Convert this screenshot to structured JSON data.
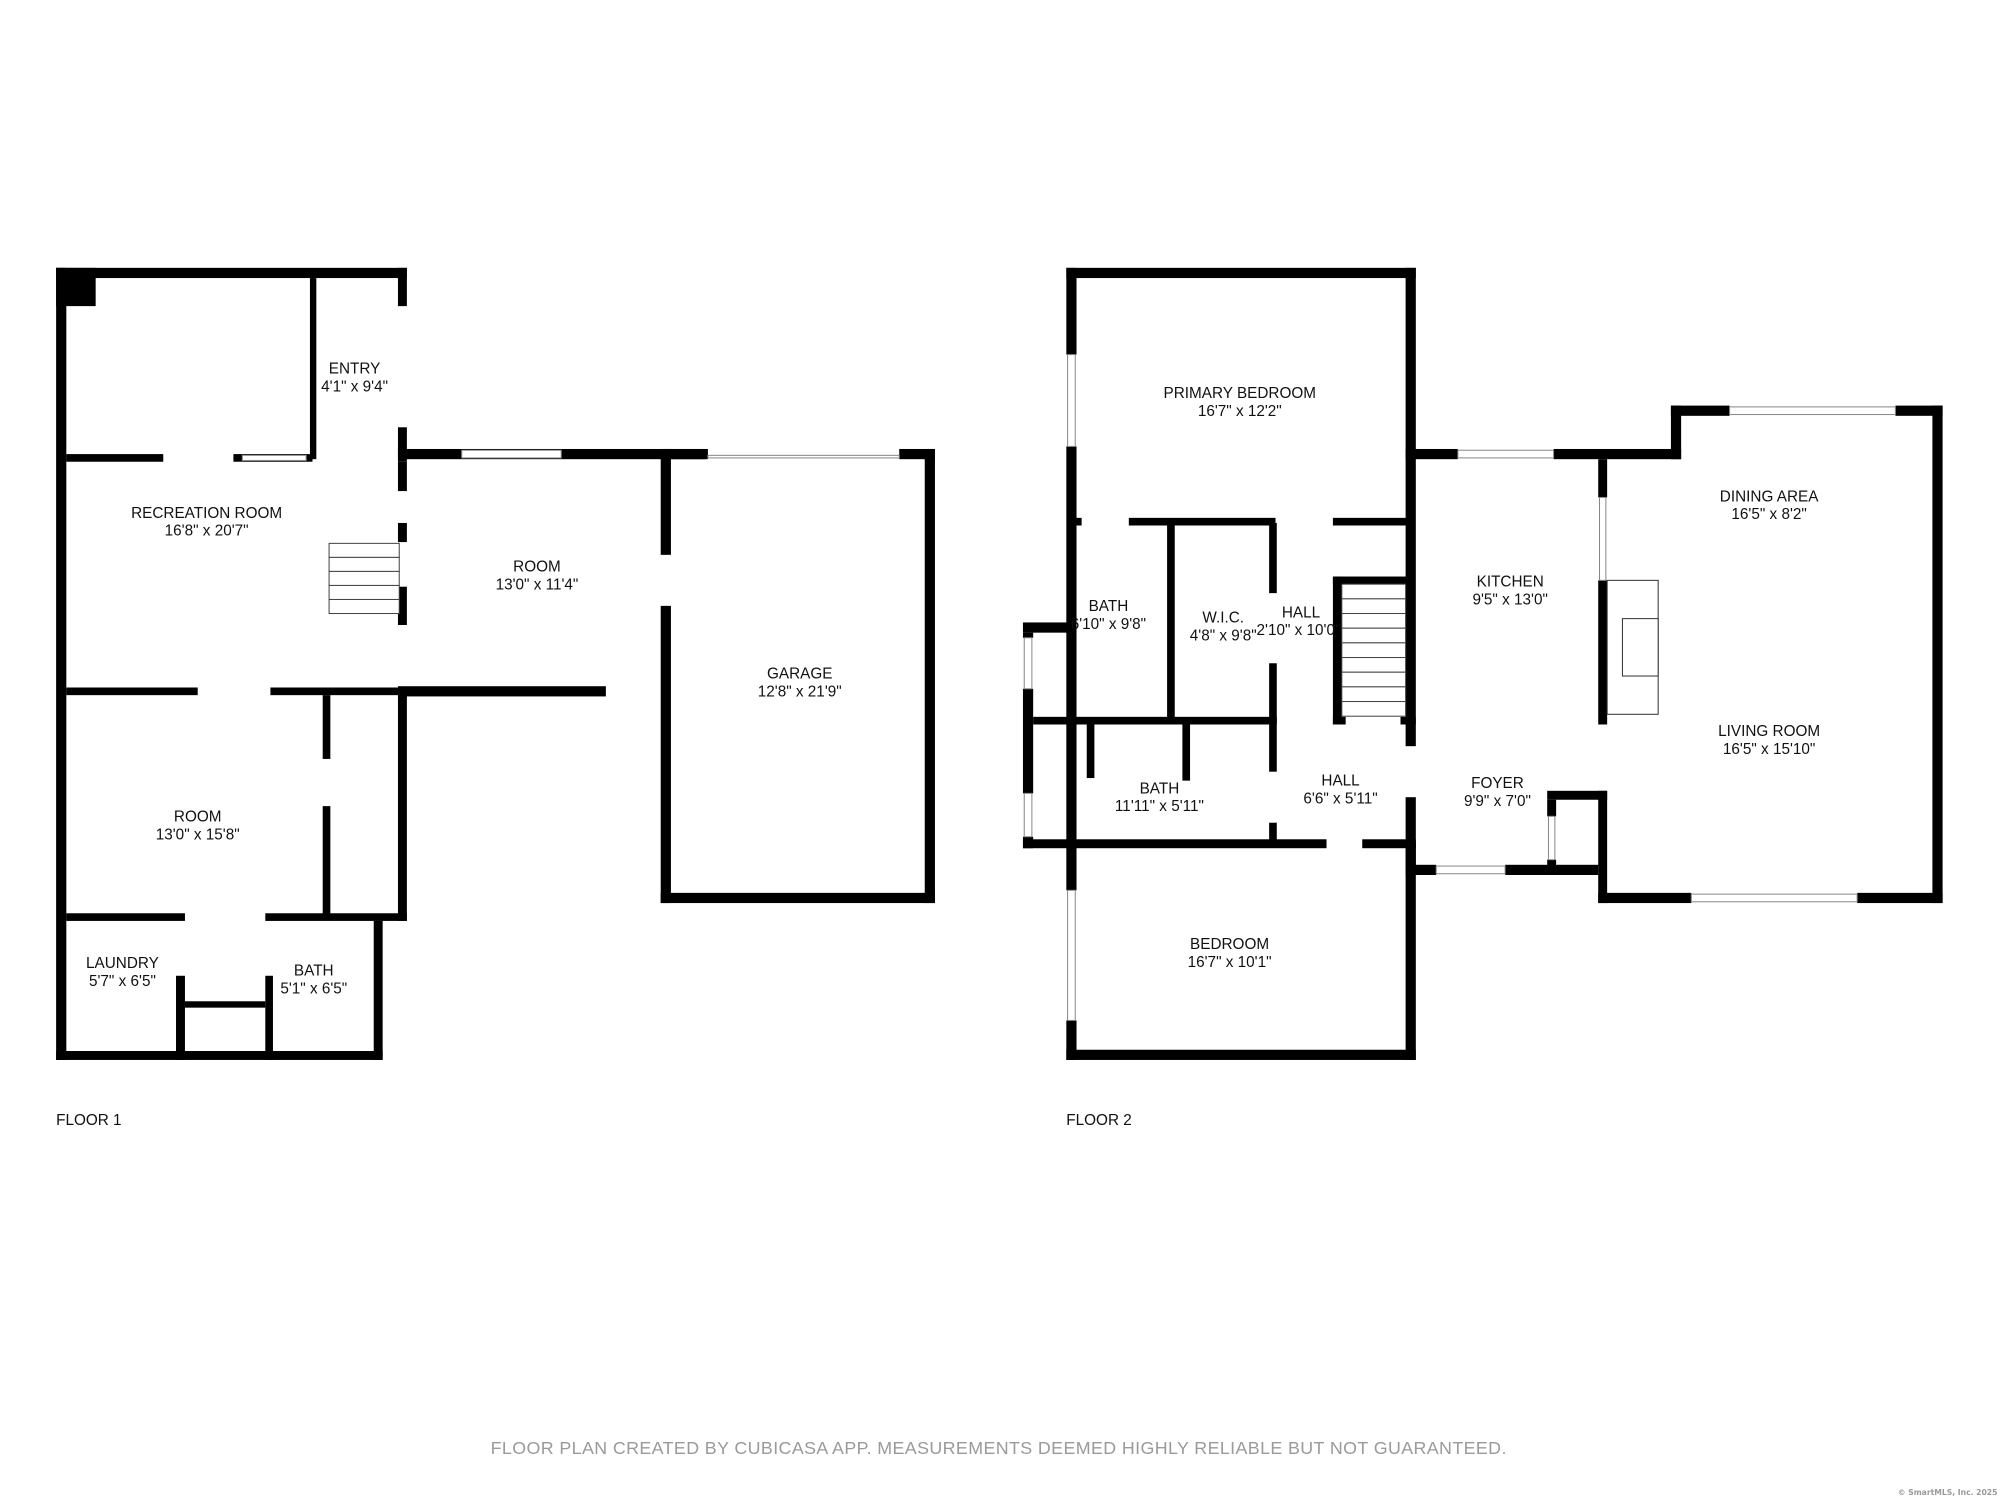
{
  "floors": [
    {
      "label": "FLOOR 1",
      "rooms": [
        {
          "name": "ENTRY",
          "size": "4'1\" x 9'4\""
        },
        {
          "name": "RECREATION ROOM",
          "size": "16'8\" x 20'7\""
        },
        {
          "name": "ROOM",
          "size": "13'0\" x 11'4\""
        },
        {
          "name": "GARAGE",
          "size": "12'8\" x 21'9\""
        },
        {
          "name": "ROOM",
          "size": "13'0\" x 15'8\""
        },
        {
          "name": "LAUNDRY",
          "size": "5'7\" x 6'5\""
        },
        {
          "name": "BATH",
          "size": "5'1\" x 6'5\""
        }
      ]
    },
    {
      "label": "FLOOR 2",
      "rooms": [
        {
          "name": "PRIMARY BEDROOM",
          "size": "16'7\" x 12'2\""
        },
        {
          "name": "BATH",
          "size": "6'10\" x 9'8\""
        },
        {
          "name": "W.I.C.",
          "size": "4'8\" x 9'8\""
        },
        {
          "name": "HALL",
          "size": "2'10\" x 10'0\""
        },
        {
          "name": "KITCHEN",
          "size": "9'5\" x 13'0\""
        },
        {
          "name": "DINING AREA",
          "size": "16'5\" x 8'2\""
        },
        {
          "name": "LIVING ROOM",
          "size": "16'5\" x 15'10\""
        },
        {
          "name": "BATH",
          "size": "11'11\" x 5'11\""
        },
        {
          "name": "HALL",
          "size": "6'6\" x 5'11\""
        },
        {
          "name": "FOYER",
          "size": "9'9\" x 7'0\""
        },
        {
          "name": "BEDROOM",
          "size": "16'7\" x 10'1\""
        }
      ]
    }
  ],
  "footer": "FLOOR PLAN CREATED BY CUBICASA APP. MEASUREMENTS DEEMED HIGHLY RELIABLE BUT NOT GUARANTEED.",
  "copyright": "© SmartMLS, Inc.  2025",
  "colors": {
    "wall": "#000000",
    "footer_text": "#9a9a9a"
  }
}
